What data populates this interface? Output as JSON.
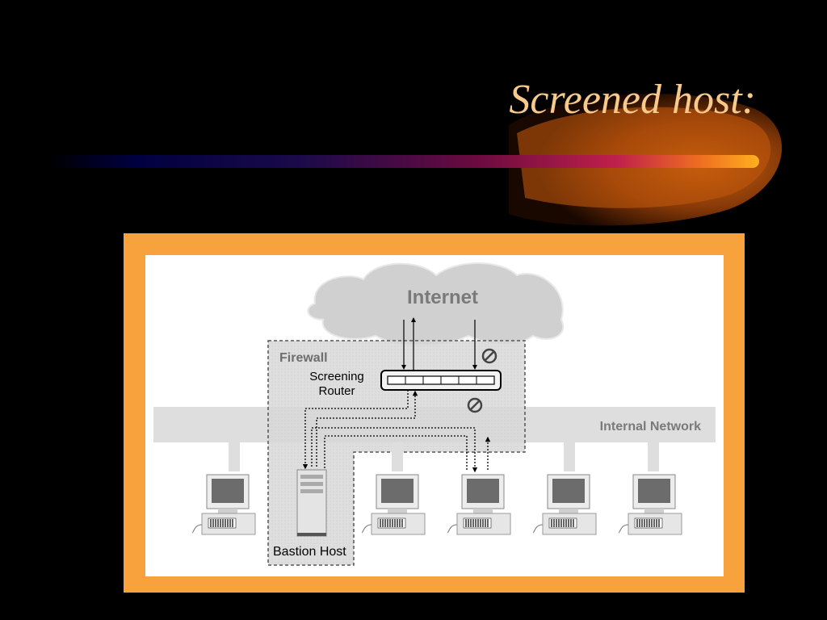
{
  "slide": {
    "title": "Screened host:",
    "colors": {
      "background": "#000000",
      "title": "#f7c98a",
      "frame": "#f7a23c"
    }
  },
  "diagram": {
    "internet_label": "Internet",
    "firewall_label": "Firewall",
    "router_label_line1": "Screening",
    "router_label_line2": "Router",
    "network_label": "Internal Network",
    "bastion_label": "Bastion Host",
    "icons": [
      "cloud-icon",
      "router-icon",
      "blocked-icon",
      "workstation-icon",
      "server-icon"
    ]
  }
}
